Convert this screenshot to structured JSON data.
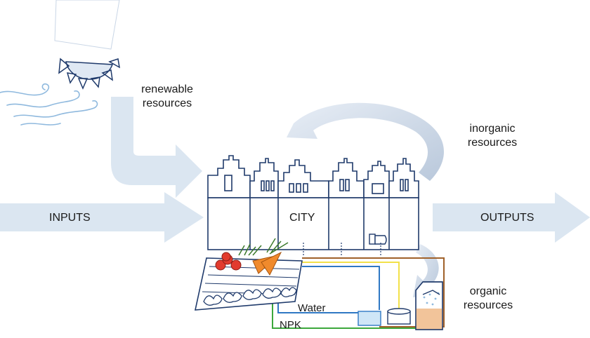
{
  "labels": {
    "renewable": [
      "renewable",
      "resources"
    ],
    "inputs": "INPUTS",
    "city": "CITY",
    "outputs": "OUTPUTS",
    "inorganic": [
      "inorganic",
      "resources"
    ],
    "organic": [
      "organic",
      "resources"
    ],
    "water": "Water",
    "npk": "NPK"
  },
  "colors": {
    "arrow_fill": "#dbe6f1",
    "outline": "#1f3a6b",
    "water_line": "#2f78c4",
    "yellow_line": "#f2e14a",
    "brown_line": "#a0612a",
    "npk_line": "#3ca83c",
    "tomato": "#e23b2e",
    "carrot": "#f08a2c",
    "compost": "#f2c49a"
  },
  "icons": {
    "sun": "sun-icon",
    "wind": "wind-icon",
    "toilet": "toilet-icon",
    "vegetables": "vegetables-icon",
    "tank": "tank-icon",
    "filter": "filter-icon",
    "composter": "composter-icon"
  }
}
